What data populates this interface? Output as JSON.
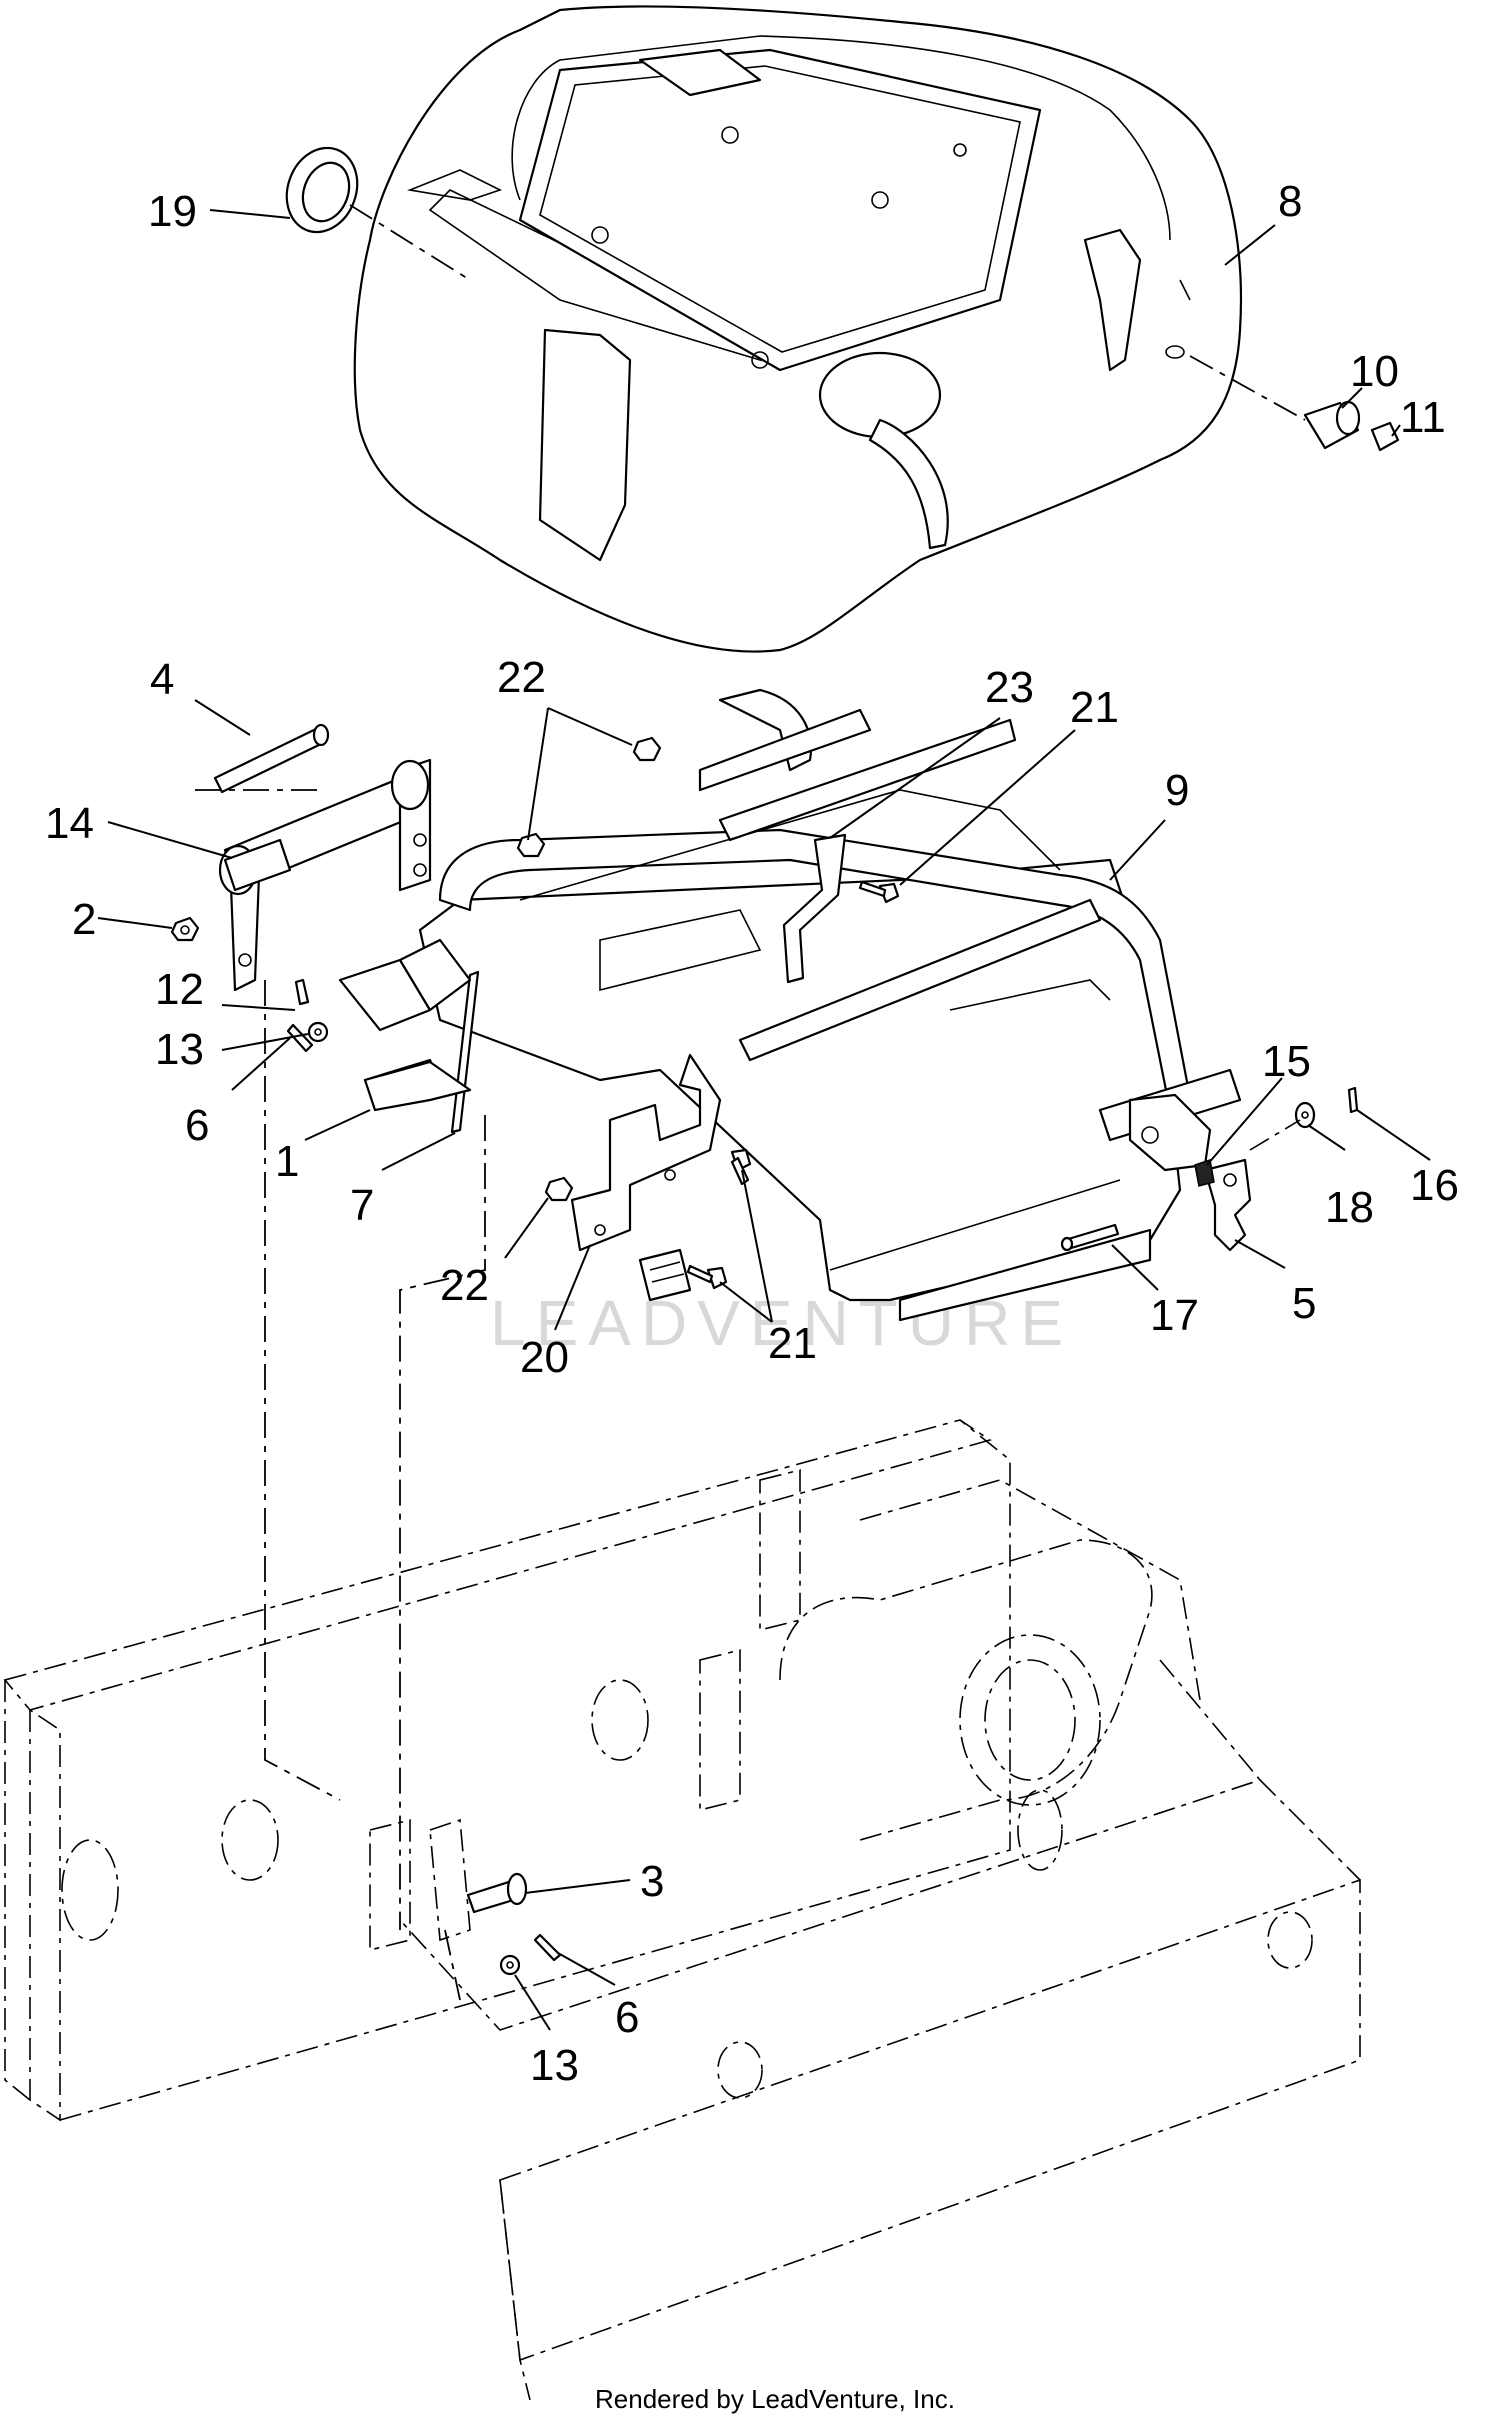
{
  "diagram": {
    "callouts": [
      {
        "id": "c19a",
        "text": "19"
      },
      {
        "id": "c8",
        "text": "8"
      },
      {
        "id": "c10",
        "text": "10"
      },
      {
        "id": "c11",
        "text": "11"
      },
      {
        "id": "c4",
        "text": "4"
      },
      {
        "id": "c22a",
        "text": "22"
      },
      {
        "id": "c23",
        "text": "23"
      },
      {
        "id": "c21a",
        "text": "21"
      },
      {
        "id": "c9",
        "text": "9"
      },
      {
        "id": "c14",
        "text": "14"
      },
      {
        "id": "c2",
        "text": "2"
      },
      {
        "id": "c12",
        "text": "12"
      },
      {
        "id": "c13a",
        "text": "13"
      },
      {
        "id": "c6a",
        "text": "6"
      },
      {
        "id": "c1",
        "text": "1"
      },
      {
        "id": "c7",
        "text": "7"
      },
      {
        "id": "c15",
        "text": "15"
      },
      {
        "id": "c16",
        "text": "16"
      },
      {
        "id": "c18",
        "text": "18"
      },
      {
        "id": "c5",
        "text": "5"
      },
      {
        "id": "c17",
        "text": "17"
      },
      {
        "id": "c22b",
        "text": "22"
      },
      {
        "id": "c20",
        "text": "20"
      },
      {
        "id": "c21b",
        "text": "21"
      },
      {
        "id": "c3",
        "text": "3"
      },
      {
        "id": "c6b",
        "text": "6"
      },
      {
        "id": "c13b",
        "text": "13"
      }
    ],
    "watermark": "LEADVENTURE",
    "footer": "Rendered by LeadVenture, Inc."
  }
}
